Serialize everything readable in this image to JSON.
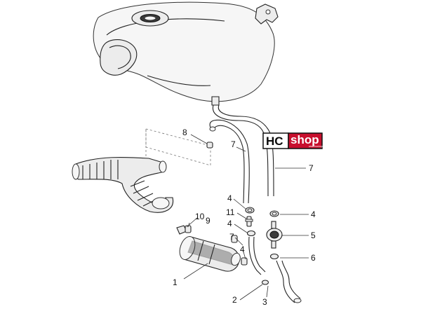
{
  "logo": {
    "brand_left": "HC",
    "brand_right": "shop",
    "tagline": "www.hcshop.eu",
    "colors": {
      "left_bg": "#ffffff",
      "right_bg": "#c8102e",
      "left_text": "#0a0a0a",
      "right_text": "#ffffff"
    }
  },
  "callouts": {
    "c1": "1",
    "c2": "2",
    "c3": "3",
    "c4a": "4",
    "c4b": "4",
    "c4c": "4",
    "c4d": "4",
    "c5": "5",
    "c6": "6",
    "c7a": "7",
    "c7b": "7",
    "c7c": "7",
    "c8": "8",
    "c9": "9",
    "c10": "10",
    "c11": "11"
  }
}
